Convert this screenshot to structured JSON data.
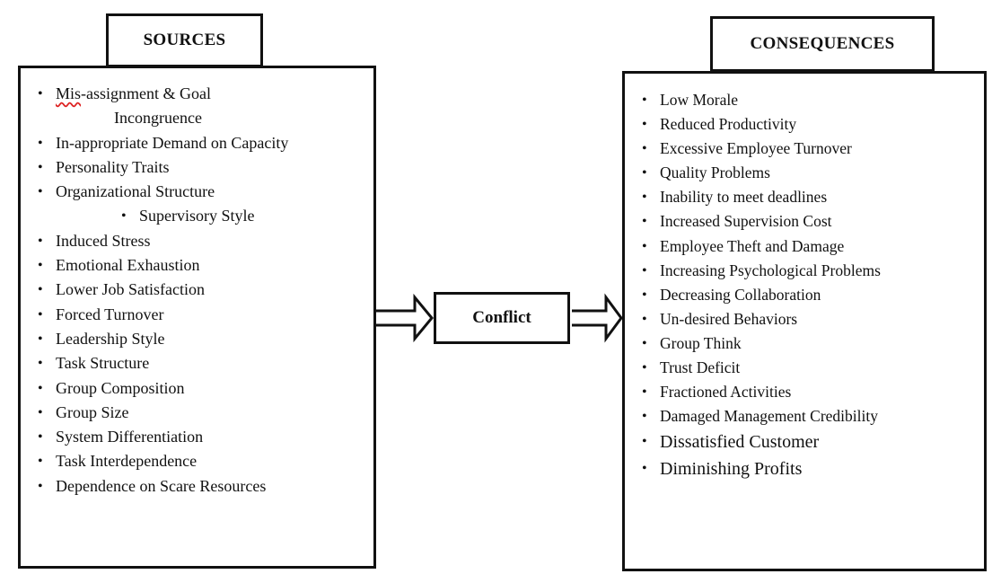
{
  "sources": {
    "title": "SOURCES",
    "items": [
      {
        "prefix": "Mis",
        "rest": "-assignment & Goal"
      },
      {
        "text": "Incongruence"
      },
      {
        "text": "In-appropriate Demand on Capacity"
      },
      {
        "text": "Personality Traits"
      },
      {
        "text": "Organizational Structure"
      },
      {
        "text": "Supervisory Style"
      },
      {
        "text": "Induced Stress"
      },
      {
        "text": "Emotional Exhaustion"
      },
      {
        "text": "Lower Job Satisfaction"
      },
      {
        "text": "Forced Turnover"
      },
      {
        "text": "Leadership Style"
      },
      {
        "text": "Task Structure"
      },
      {
        "text": "Group Composition"
      },
      {
        "text": "Group Size"
      },
      {
        "text": "System Differentiation"
      },
      {
        "text": "Task Interdependence"
      },
      {
        "text": "Dependence on Scare Resources"
      }
    ]
  },
  "center": {
    "label": "Conflict"
  },
  "consequences": {
    "title": "CONSEQUENCES",
    "items": [
      "Low Morale",
      "Reduced Productivity",
      "Excessive Employee Turnover",
      "Quality Problems",
      "Inability to meet deadlines",
      "Increased Supervision Cost",
      "Employee Theft and Damage",
      "Increasing Psychological Problems",
      "Decreasing Collaboration",
      "Un-desired Behaviors",
      "Group Think",
      "Trust Deficit",
      "Fractioned Activities",
      "Damaged Management Credibility",
      "Dissatisfied Customer",
      "Diminishing Profits"
    ]
  }
}
